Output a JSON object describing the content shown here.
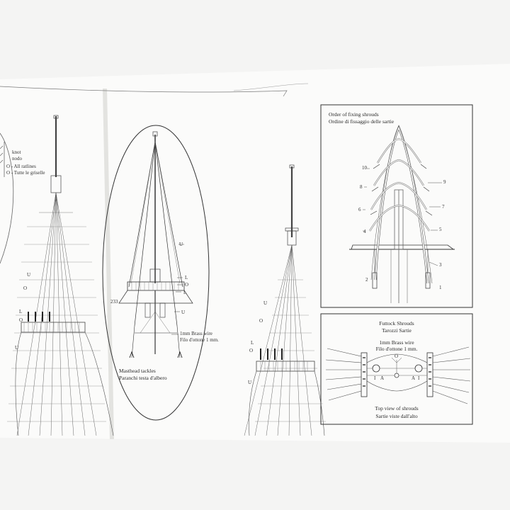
{
  "left_edge": {
    "knot_en": "knot",
    "knot_it": "nodo",
    "ratlines_en": "O - All ratlines",
    "ratlines_it": "O - Tutte le griselle",
    "labels": [
      "U",
      "O",
      "L",
      "O",
      "U"
    ]
  },
  "masthead": {
    "labels": [
      "U",
      "L",
      "O",
      "L",
      "U"
    ],
    "part_number": "233",
    "wire_en": "1mm Brass wire",
    "wire_it": "Filo d'ottone 1 mm.",
    "caption_en": "Masthead tackles",
    "caption_it": "Paranchi testa d'albero"
  },
  "center_mast": {
    "labels": [
      "U",
      "O",
      "L",
      "O",
      "U"
    ]
  },
  "fixing_order": {
    "title_en": "Order of fixing shrouds",
    "title_it": "Ordine di fissaggio delle sartie",
    "numbers": [
      "10",
      "9",
      "8",
      "7",
      "6",
      "5",
      "4",
      "3",
      "2",
      "1"
    ]
  },
  "futtock": {
    "title_en": "Futtock Shrouds",
    "title_it": "Tarozzi Sartie",
    "wire_en": "1mm Brass wire",
    "wire_it": "Filo d'ottone 1 mm.",
    "letters": [
      "O",
      "I",
      "A",
      "A",
      "I"
    ],
    "bottom_en": "Top view of shrouds",
    "bottom_it": "Sartie viste dall'alto"
  }
}
